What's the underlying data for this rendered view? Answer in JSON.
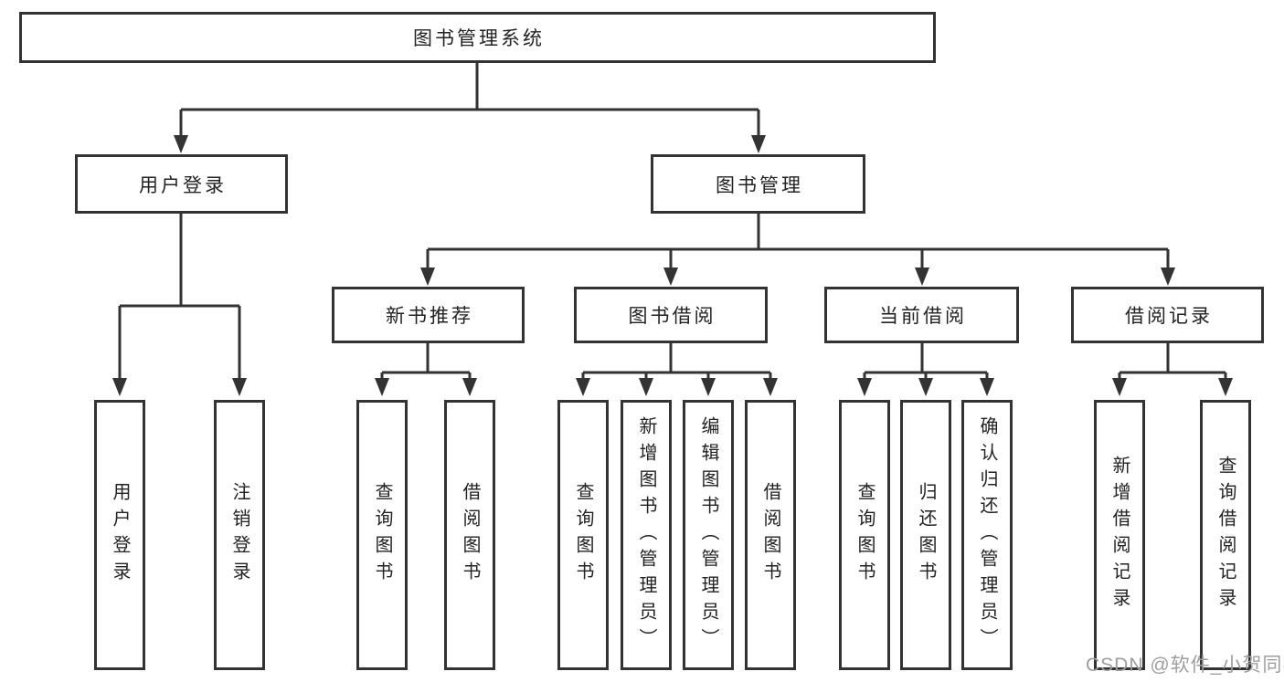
{
  "diagram": {
    "title": "图书管理系统",
    "tree": {
      "root": {
        "label": "图书管理系统",
        "children": [
          {
            "label": "用户登录",
            "children": [
              {
                "label": "用户登录"
              },
              {
                "label": "注销登录"
              }
            ]
          },
          {
            "label": "图书管理",
            "children": [
              {
                "label": "新书推荐",
                "children": [
                  {
                    "label": "查询图书"
                  },
                  {
                    "label": "借阅图书"
                  }
                ]
              },
              {
                "label": "图书借阅",
                "children": [
                  {
                    "label": "查询图书"
                  },
                  {
                    "label": "新增图书（管理员）"
                  },
                  {
                    "label": "编辑图书（管理员）"
                  },
                  {
                    "label": "借阅图书"
                  }
                ]
              },
              {
                "label": "当前借阅",
                "children": [
                  {
                    "label": "查询图书"
                  },
                  {
                    "label": "归还图书"
                  },
                  {
                    "label": "确认归还（管理员）"
                  }
                ]
              },
              {
                "label": "借阅记录",
                "children": [
                  {
                    "label": "新增借阅记录"
                  },
                  {
                    "label": "查询借阅记录"
                  }
                ]
              }
            ]
          }
        ]
      }
    },
    "colors": {
      "line": "#333333",
      "node_border": "#333333",
      "node_fill": "#ffffff",
      "text": "#222222",
      "background": "#ffffff",
      "watermark": "#9e9e9e"
    }
  },
  "watermark": {
    "text": "CSDN @软件_小贺同学"
  }
}
